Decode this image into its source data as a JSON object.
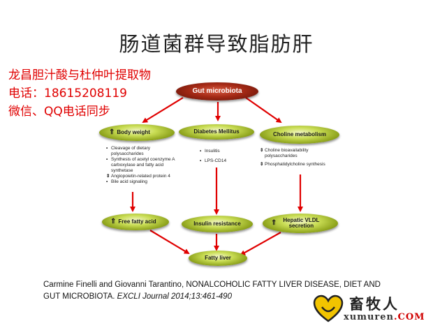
{
  "title": "肠道菌群导致脂肪肝",
  "ad": {
    "line1": "龙昌胆汁酸与杜仲叶提取物",
    "line2": "电话：18615208119",
    "line3": "微信、QQ电话同步"
  },
  "diagram": {
    "top": "Gut microbiota",
    "branches": [
      {
        "header": "Body weight",
        "header_icon": "up-arrow",
        "items": [
          {
            "marker": "•",
            "text": "Cleavage of dietary polysaccharides"
          },
          {
            "marker": "•",
            "text": "Synthesis of acetyl coenzyme A carboxylase and fatty acid synthetase"
          },
          {
            "marker": "⇕",
            "text": "Angiopoietin-related protein 4"
          },
          {
            "marker": "•",
            "text": "Bile acid signaling"
          }
        ],
        "outcome": "Free fatty acid",
        "outcome_icon": "up-arrow"
      },
      {
        "header": "Diabetes Mellitus",
        "header_icon": "",
        "items": [
          {
            "marker": "•",
            "text": "Insulitis"
          },
          {
            "marker": "•",
            "text": "LPS-CD14"
          }
        ],
        "outcome": "Insulin resistance",
        "outcome_icon": ""
      },
      {
        "header": "Choline metabolism",
        "header_icon": "",
        "items": [
          {
            "marker": "⇕",
            "text": "Choline bioavailability polysaccharides"
          },
          {
            "marker": "⇕",
            "text": "Phosphatidylcholine synthesis"
          }
        ],
        "outcome": "Hepatic VLDL secretion",
        "outcome_icon": "up-arrow"
      }
    ],
    "bottom": "Fatty liver"
  },
  "citation": {
    "authors": "Carmine Finelli and Giovanni Tarantino, NONALCOHOLIC FATTY LIVER DISEASE, DIET AND GUT MICROBIOTA.",
    "journal": "EXCLI Journal 2014;13:461-490"
  },
  "watermark": {
    "cn": "畜牧人",
    "en_main": "xumuren",
    "en_suffix": ".COM"
  },
  "colors": {
    "arrow": "#e00000",
    "ad_text": "#e00000",
    "pill_green": "#9bb224",
    "pill_red": "#8c1f0e"
  }
}
